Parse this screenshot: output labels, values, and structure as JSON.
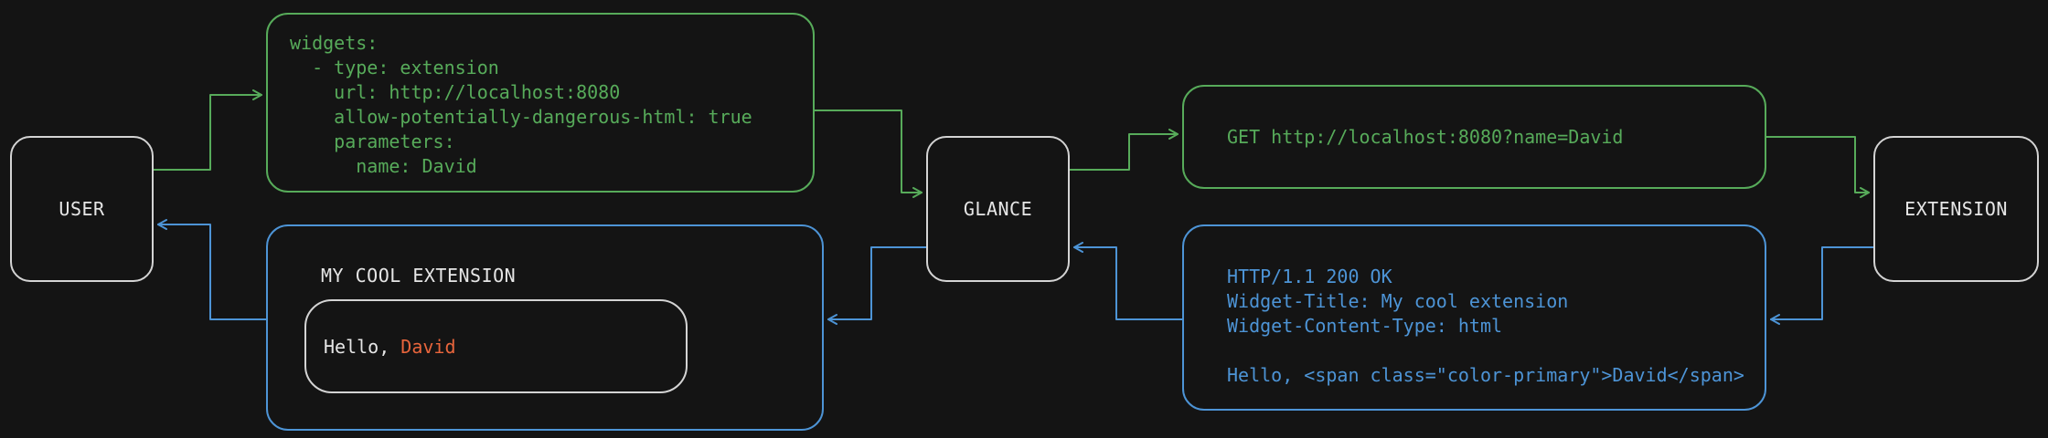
{
  "colors": {
    "bg": "#141414",
    "green": "#57ab5a",
    "blue": "#4d94d6",
    "white": "#e6e6e6",
    "orange": "#e8653c",
    "node_border": "#d4d4d4"
  },
  "nodes": {
    "user": {
      "label": "USER"
    },
    "glance": {
      "label": "GLANCE"
    },
    "extension": {
      "label": "EXTENSION"
    }
  },
  "config_box": {
    "lines": [
      "widgets:",
      "  - type: extension",
      "    url: http://localhost:8080",
      "    allow-potentially-dangerous-html: true",
      "    parameters:",
      "      name: David"
    ]
  },
  "request_box": {
    "text": "GET http://localhost:8080?name=David"
  },
  "response_box": {
    "lines": [
      "HTTP/1.1 200 OK",
      "Widget-Title: My cool extension",
      "Widget-Content-Type: html",
      "",
      "Hello, <span class=\"color-primary\">David</span>"
    ]
  },
  "widget_preview": {
    "title": "MY COOL EXTENSION",
    "greeting_prefix": "Hello, ",
    "greeting_name": "David"
  }
}
